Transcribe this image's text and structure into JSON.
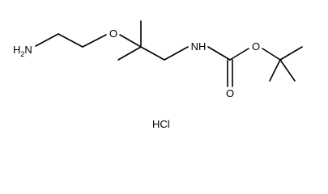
{
  "molecule": {
    "atoms": {
      "amine": {
        "element": "N",
        "hydrogens": "H",
        "count": "2"
      },
      "ether_oxygen": "O",
      "carbamate_nitrogen": "NH",
      "carbonyl_oxygen": "O",
      "ester_oxygen": "O"
    },
    "salt": "HCl"
  }
}
